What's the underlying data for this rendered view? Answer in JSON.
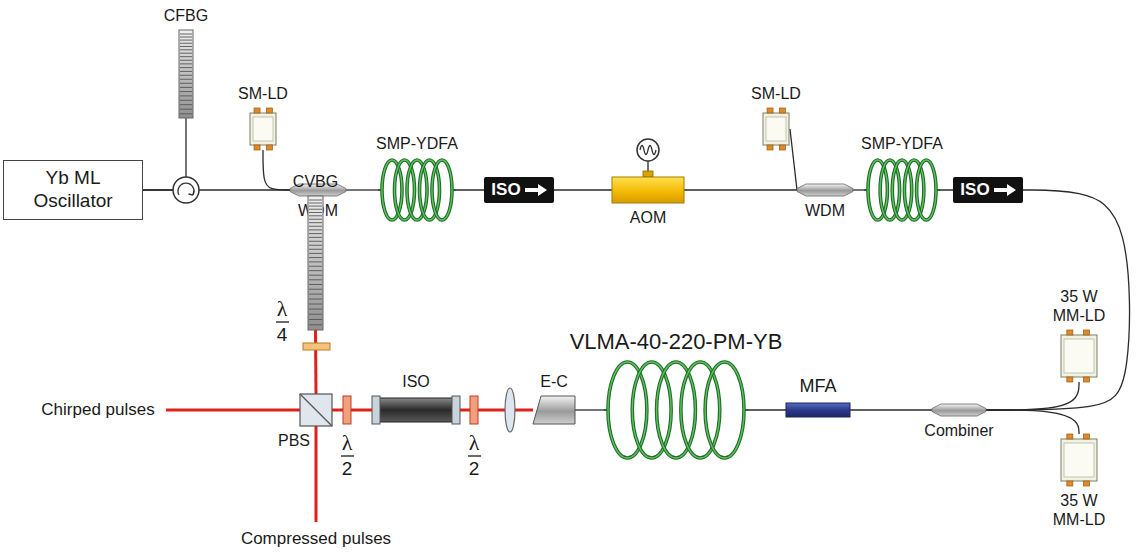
{
  "diagram": {
    "nodes": [
      {
        "text": [
          "Yb ML Oscillator"
        ]
      },
      {
        "text": [
          "CFBG"
        ]
      },
      {
        "text": [
          "SM-LD"
        ]
      },
      {
        "text": [
          "WDM"
        ]
      },
      {
        "text": [
          "SMP-YDFA"
        ]
      },
      {
        "text": [
          "ISO"
        ]
      },
      {
        "text": [
          "AOM"
        ]
      },
      {
        "text": [
          "SM-LD"
        ]
      },
      {
        "text": [
          "WDM"
        ]
      },
      {
        "text": [
          "SMP-YDFA"
        ]
      },
      {
        "text": [
          "ISO"
        ]
      },
      {
        "text": [
          "35 W MM-LD"
        ]
      },
      {
        "text": [
          "35 W MM-LD"
        ]
      },
      {
        "text": [
          "Combiner"
        ]
      },
      {
        "text": [
          "MFA"
        ]
      },
      {
        "text": [
          "VLMA-40-220-PM-YB"
        ]
      },
      {
        "text": [
          "E-C"
        ]
      },
      {
        "text": [
          "ISO"
        ]
      },
      {
        "text": [
          "PBS"
        ]
      },
      {
        "text": [
          "CVBG"
        ]
      }
    ],
    "edges": [
      {
        "from": 0,
        "to": 1,
        "arrow": "none"
      },
      {
        "from": 0,
        "to": 3,
        "arrow": "none"
      },
      {
        "from": 2,
        "to": 3,
        "arrow": "none"
      },
      {
        "from": 3,
        "to": 4,
        "arrow": "none"
      },
      {
        "from": 4,
        "to": 5,
        "arrow": "none"
      },
      {
        "from": 5,
        "to": 6,
        "arrow": "none"
      },
      {
        "from": 6,
        "to": 8,
        "arrow": "none"
      },
      {
        "from": 7,
        "to": 8,
        "arrow": "none"
      },
      {
        "from": 8,
        "to": 9,
        "arrow": "none"
      },
      {
        "from": 9,
        "to": 10,
        "arrow": "none"
      },
      {
        "from": 10,
        "to": 13,
        "arrow": "none"
      },
      {
        "from": 11,
        "to": 13,
        "arrow": "none"
      },
      {
        "from": 12,
        "to": 13,
        "arrow": "none"
      },
      {
        "from": 13,
        "to": 14,
        "arrow": "none"
      },
      {
        "from": 14,
        "to": 15,
        "arrow": "none"
      },
      {
        "from": 15,
        "to": 16,
        "arrow": "none"
      },
      {
        "from": 16,
        "to": 17,
        "arrow": "none"
      },
      {
        "from": 17,
        "to": 18,
        "arrow": "none"
      },
      {
        "from": 18,
        "to": 19,
        "arrow": "none"
      }
    ],
    "labels": [
      "λ",
      "4",
      "λ",
      "2",
      "λ",
      "2",
      "Chirped pulses",
      "Compressed pulses"
    ]
  }
}
